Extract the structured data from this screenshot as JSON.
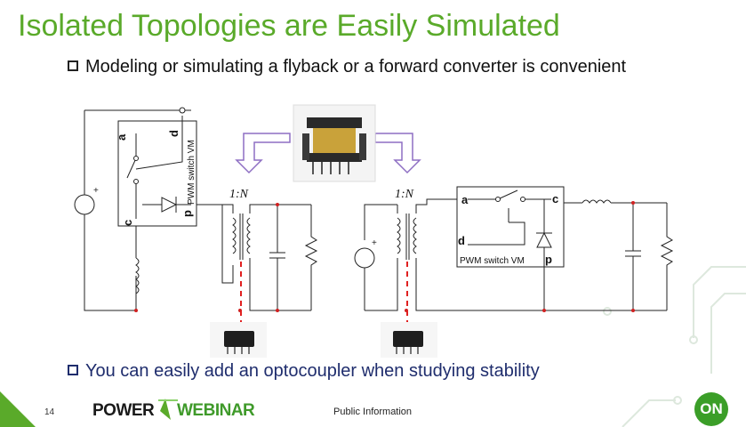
{
  "slide": {
    "title": "Isolated Topologies are Easily Simulated",
    "bullets": [
      "Modeling or simulating a flyback or a forward converter is convenient",
      "You can easily add an optocoupler when studying stability"
    ],
    "colors": {
      "title": "#5aaa2a",
      "bullet2": "#1f2d6d",
      "arrow": "#8e6fc3",
      "dashed": "#e02020",
      "logo_green": "#3b9e28"
    }
  },
  "flyback": {
    "ratio_label": "1:N",
    "switch_box_label": "PWM switch VM",
    "pins": [
      "a",
      "d",
      "c",
      "p"
    ],
    "plus": "+"
  },
  "forward": {
    "ratio_label": "1:N",
    "switch_box_label": "PWM switch VM",
    "pins": [
      "a",
      "c",
      "d",
      "p"
    ],
    "plus": "+"
  },
  "footer": {
    "slide_number": "14",
    "logo_power": "POWER",
    "logo_webinar": "WEBINAR",
    "classification": "Public Information",
    "on_logo": "ON"
  }
}
